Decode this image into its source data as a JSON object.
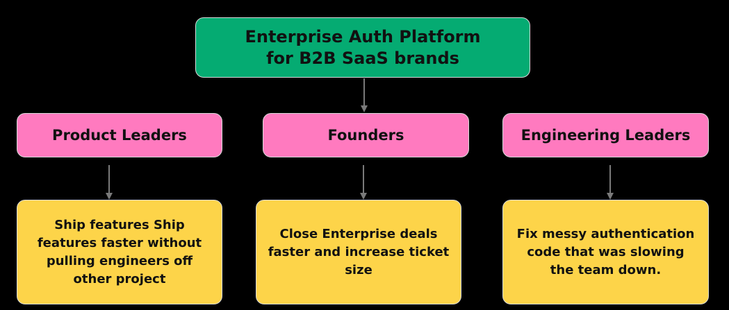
{
  "root": {
    "title_line1": "Enterprise Auth Platform",
    "title_line2": "for B2B SaaS brands"
  },
  "audiences": [
    {
      "label": "Product Leaders",
      "benefit": "Ship features Ship features faster without pulling engineers off other project"
    },
    {
      "label": "Founders",
      "benefit": "Close Enterprise deals faster and increase ticket size"
    },
    {
      "label": "Engineering Leaders",
      "benefit": "Fix messy authentication code that was slowing the team down."
    }
  ],
  "colors": {
    "background": "#000000",
    "root_fill": "#05ab72",
    "audience_fill": "#ff7abf",
    "benefit_fill": "#fdd449",
    "arrow": "#7a7a7a"
  }
}
